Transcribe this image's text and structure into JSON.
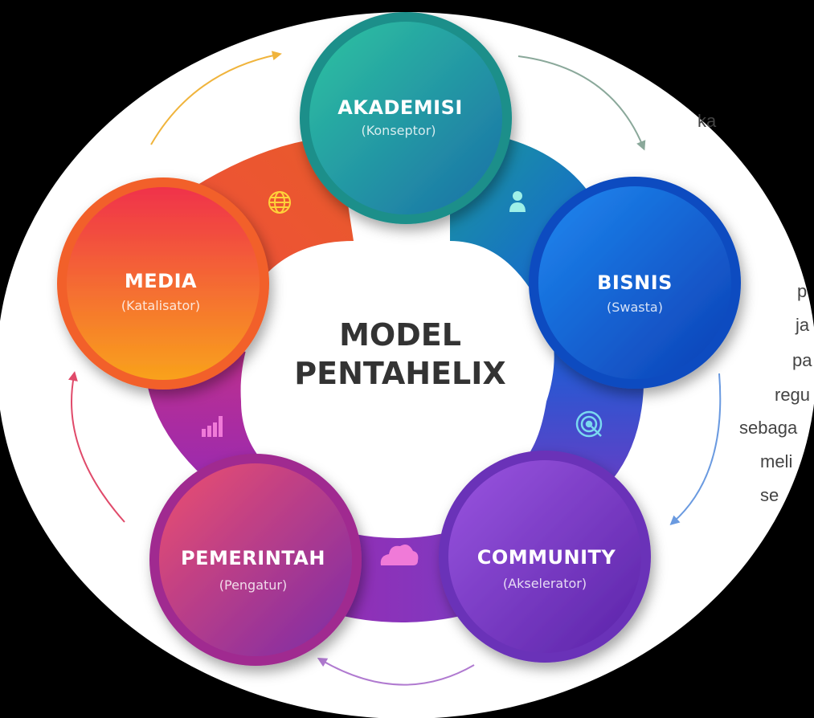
{
  "diagram": {
    "title_line1": "MODEL",
    "title_line2": "PENTAHELIX",
    "nodes": [
      {
        "label": "AKADEMISI",
        "sublabel": "(Konseptor)"
      },
      {
        "label": "BISNIS",
        "sublabel": "(Swasta)"
      },
      {
        "label": "COMMUNITY",
        "sublabel": "(Akselerator)"
      },
      {
        "label": "PEMERINTAH",
        "sublabel": "(Pengatur)"
      },
      {
        "label": "MEDIA",
        "sublabel": "(Katalisator)"
      }
    ],
    "icons": [
      "person-icon",
      "target-icon",
      "cloud-icon",
      "bar-chart-icon",
      "globe-icon"
    ]
  },
  "background_text": [
    "ka",
    "p",
    "ja",
    "pa",
    "regu",
    "sebaga",
    "meli",
    "se"
  ],
  "colors": {
    "akademisi": "#1fa89a",
    "bisnis": "#1560d6",
    "community": "#7a3cc4",
    "pemerintah": "#b83a9a",
    "media": "#f25a2a"
  }
}
